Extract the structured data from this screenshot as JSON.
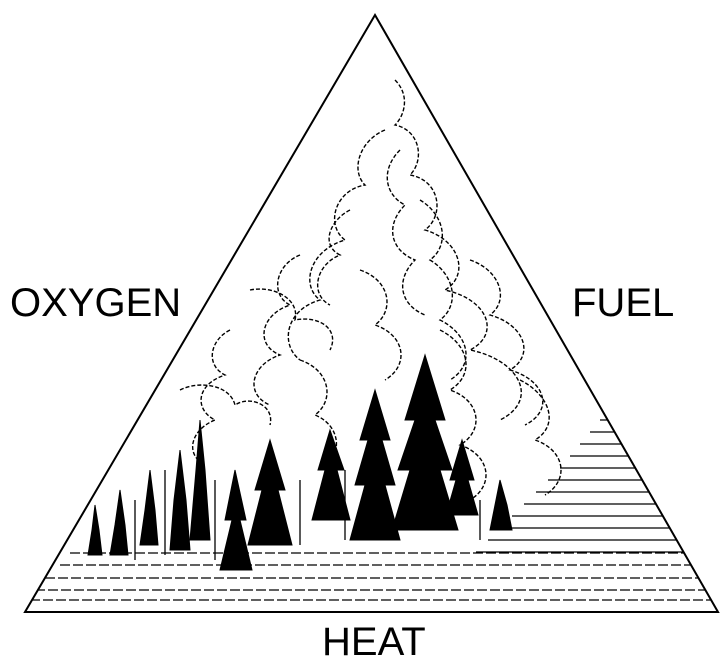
{
  "diagram": {
    "labels": {
      "oxygen": "OXYGEN",
      "fuel": "FUEL",
      "heat": "HEAT"
    },
    "illustration": "forest-fire-smoke-illustration",
    "colors": {
      "ink": "#000000",
      "paper": "#ffffff"
    }
  }
}
